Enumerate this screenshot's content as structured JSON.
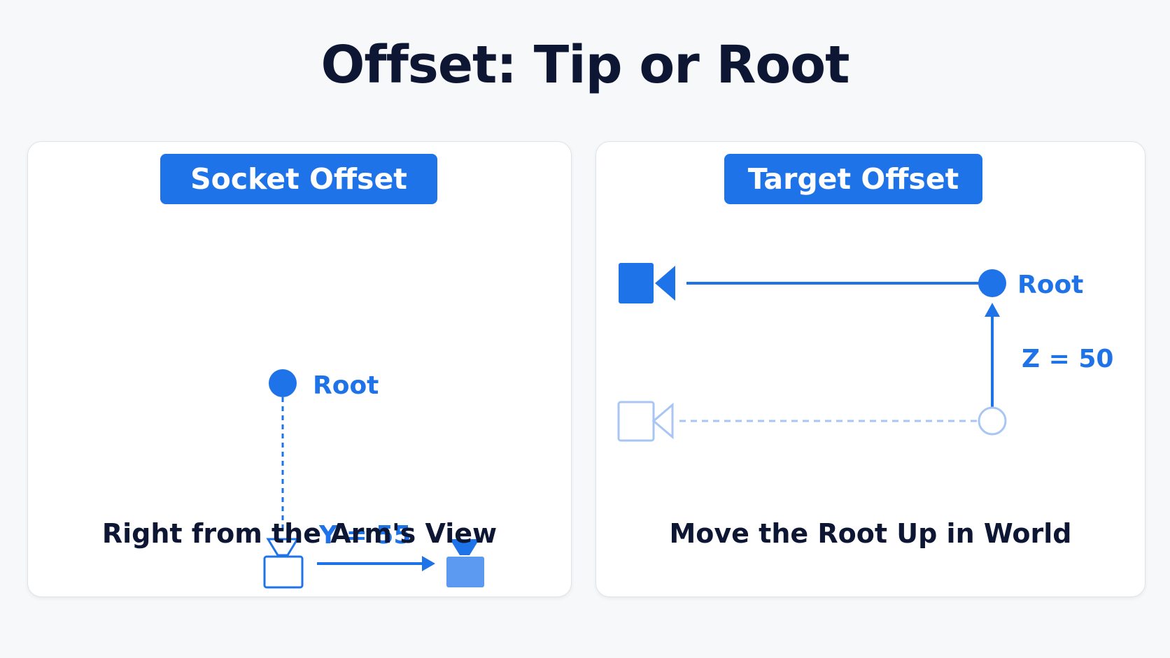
{
  "title": "Offset: Tip or Root",
  "colors": {
    "accent": "#1f73e8",
    "accent_light": "#a9c6f3",
    "text": "#0d1733"
  },
  "left_panel": {
    "header": "Socket Offset",
    "root_label": "Root",
    "offset_label": "Y = 55",
    "caption": "Right from the Arm's View",
    "icons": [
      "root-dot-icon",
      "camera-start-icon",
      "arrow-right-icon",
      "camera-end-icon"
    ]
  },
  "right_panel": {
    "header": "Target Offset",
    "root_label": "Root",
    "offset_label": "Z = 50",
    "caption": "Move the Root Up in World",
    "icons": [
      "video-camera-icon",
      "root-dot-icon",
      "arrow-up-icon",
      "ghost-video-camera-icon",
      "ghost-root-circle-icon"
    ]
  }
}
